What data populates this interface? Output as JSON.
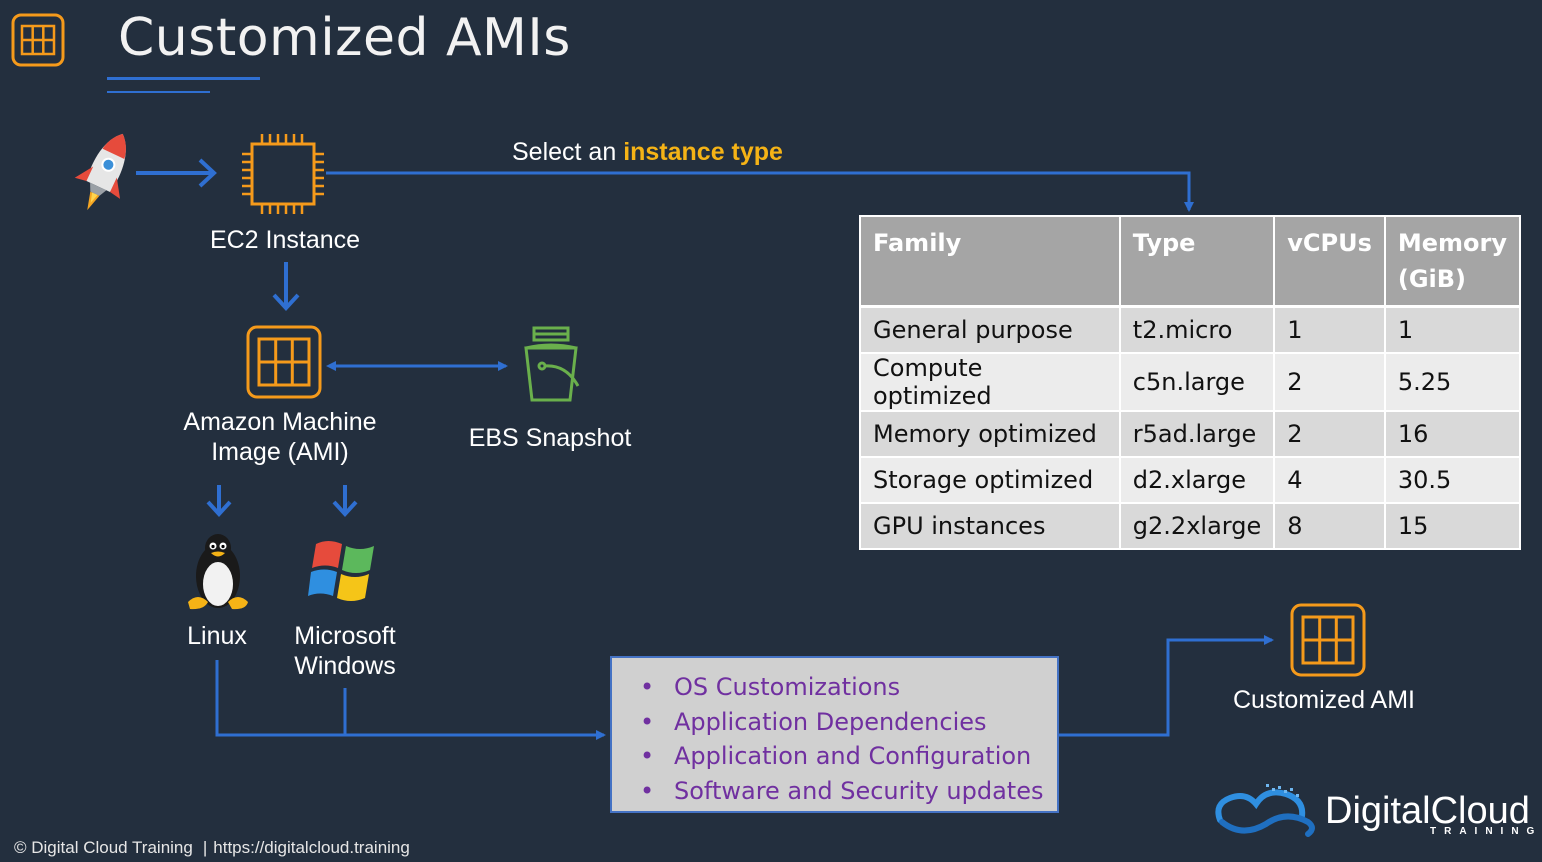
{
  "title": "Customized AMIs",
  "select_instance": {
    "prefix": "Select an ",
    "highlight": "instance type"
  },
  "labels": {
    "ec2": "EC2 Instance",
    "ami_line1": "Amazon Machine",
    "ami_line2": "Image (AMI)",
    "ebs": "EBS Snapshot",
    "linux": "Linux",
    "windows_line1": "Microsoft",
    "windows_line2": "Windows",
    "customized_ami": "Customized AMI"
  },
  "table": {
    "headers": [
      "Family",
      "Type",
      "vCPUs",
      "Memory (GiB)"
    ],
    "rows": [
      [
        "General purpose",
        "t2.micro",
        "1",
        "1"
      ],
      [
        "Compute optimized",
        "c5n.large",
        "2",
        "5.25"
      ],
      [
        "Memory optimized",
        "r5ad.large",
        "2",
        "16"
      ],
      [
        "Storage optimized",
        "d2.xlarge",
        "4",
        "30.5"
      ],
      [
        "GPU instances",
        "g2.2xlarge",
        "8",
        "15"
      ]
    ]
  },
  "customizations": [
    "OS Customizations",
    "Application Dependencies",
    "Application and Configuration",
    "Software and Security updates"
  ],
  "footer": {
    "copyright": "© Digital Cloud Training",
    "url": "https://digitalcloud.training"
  },
  "brand": {
    "name": "DigitalCloud",
    "sub": "TRAINING"
  },
  "icons": {
    "header": "ami-icon",
    "launch": "rocket-icon",
    "ec2": "chip-icon",
    "ami": "ami-icon",
    "ebs": "bucket-icon",
    "linux": "penguin-icon",
    "windows": "windows-logo-icon",
    "customized": "ami-icon"
  },
  "colors": {
    "background": "#232f3e",
    "accent_orange": "#f59a1b",
    "arrow_blue": "#2f6fd1",
    "ebs_green": "#6ab04c",
    "highlight_yellow": "#f5b316",
    "list_purple": "#7030a0"
  }
}
